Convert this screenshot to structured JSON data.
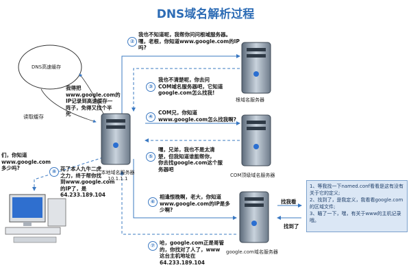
{
  "title": "DNS域名解析过程",
  "cache_bubble": "DNS高速缓存",
  "read_cache": "读取缓存",
  "remember_text": [
    "我得把",
    "www.google.com的",
    "IP记录到高速缓存一",
    "阵子，免得又找个半",
    "死"
  ],
  "client_ask": [
    "们，你知道",
    "www.google.com",
    "多少吗?"
  ],
  "client_reply": [
    "花了本人九牛二虎",
    "之力，终于帮你找",
    "到www.google.com",
    "的IP了，是",
    "64.233.189.104"
  ],
  "local_server": [
    "本地域名服务器",
    "10.1.1.1"
  ],
  "steps": [
    {
      "n": "②",
      "lines": [
        "我也不知道呢，我帮你问问根域服务器。",
        "嘿，老根，你知道www.google.com的IP",
        "吗?"
      ]
    },
    {
      "n": "③",
      "lines": [
        "我也不清楚呢，你去问",
        "COM域名服务器吧，它知道",
        "google.com怎么找我!"
      ]
    },
    {
      "n": "④",
      "lines": [
        "COM兄，你知道",
        "www.google.com怎么找我啊?"
      ]
    },
    {
      "n": "⑤",
      "lines": [
        "嘿，兄弟，我也不是太清",
        "楚，但我知道谁能帮你，",
        "你去找google.com这个服",
        "务器吧"
      ]
    },
    {
      "n": "⑥",
      "lines": [
        "相逢恨晚啊，老大，你知道",
        "www.google.com的IP是多",
        "少啊?"
      ]
    },
    {
      "n": "⑦",
      "lines": [
        "哈，google.com正是哥管",
        "的，你找对了人了，www",
        "这台主机地址在",
        "64.233.189.104"
      ]
    }
  ],
  "step8_num": "⑧",
  "root_server": "根域名服务器",
  "com_server": "COM顶级域名服务器",
  "google_server": "google.com域名服务器",
  "find_me": "找我看",
  "found": "找到了",
  "note_lines": [
    "1、等我找一下named.conf看看是这有没有关于它的定义;",
    "2、找到了，是我定义，我看看google.com的区域文件;",
    "3、瞄了一下，嘿，有关于www的主机记录哦。"
  ],
  "colors": {
    "accent": "#3a78c2",
    "title": "#2d6cb5",
    "note_bg": "#dbe7f5"
  }
}
